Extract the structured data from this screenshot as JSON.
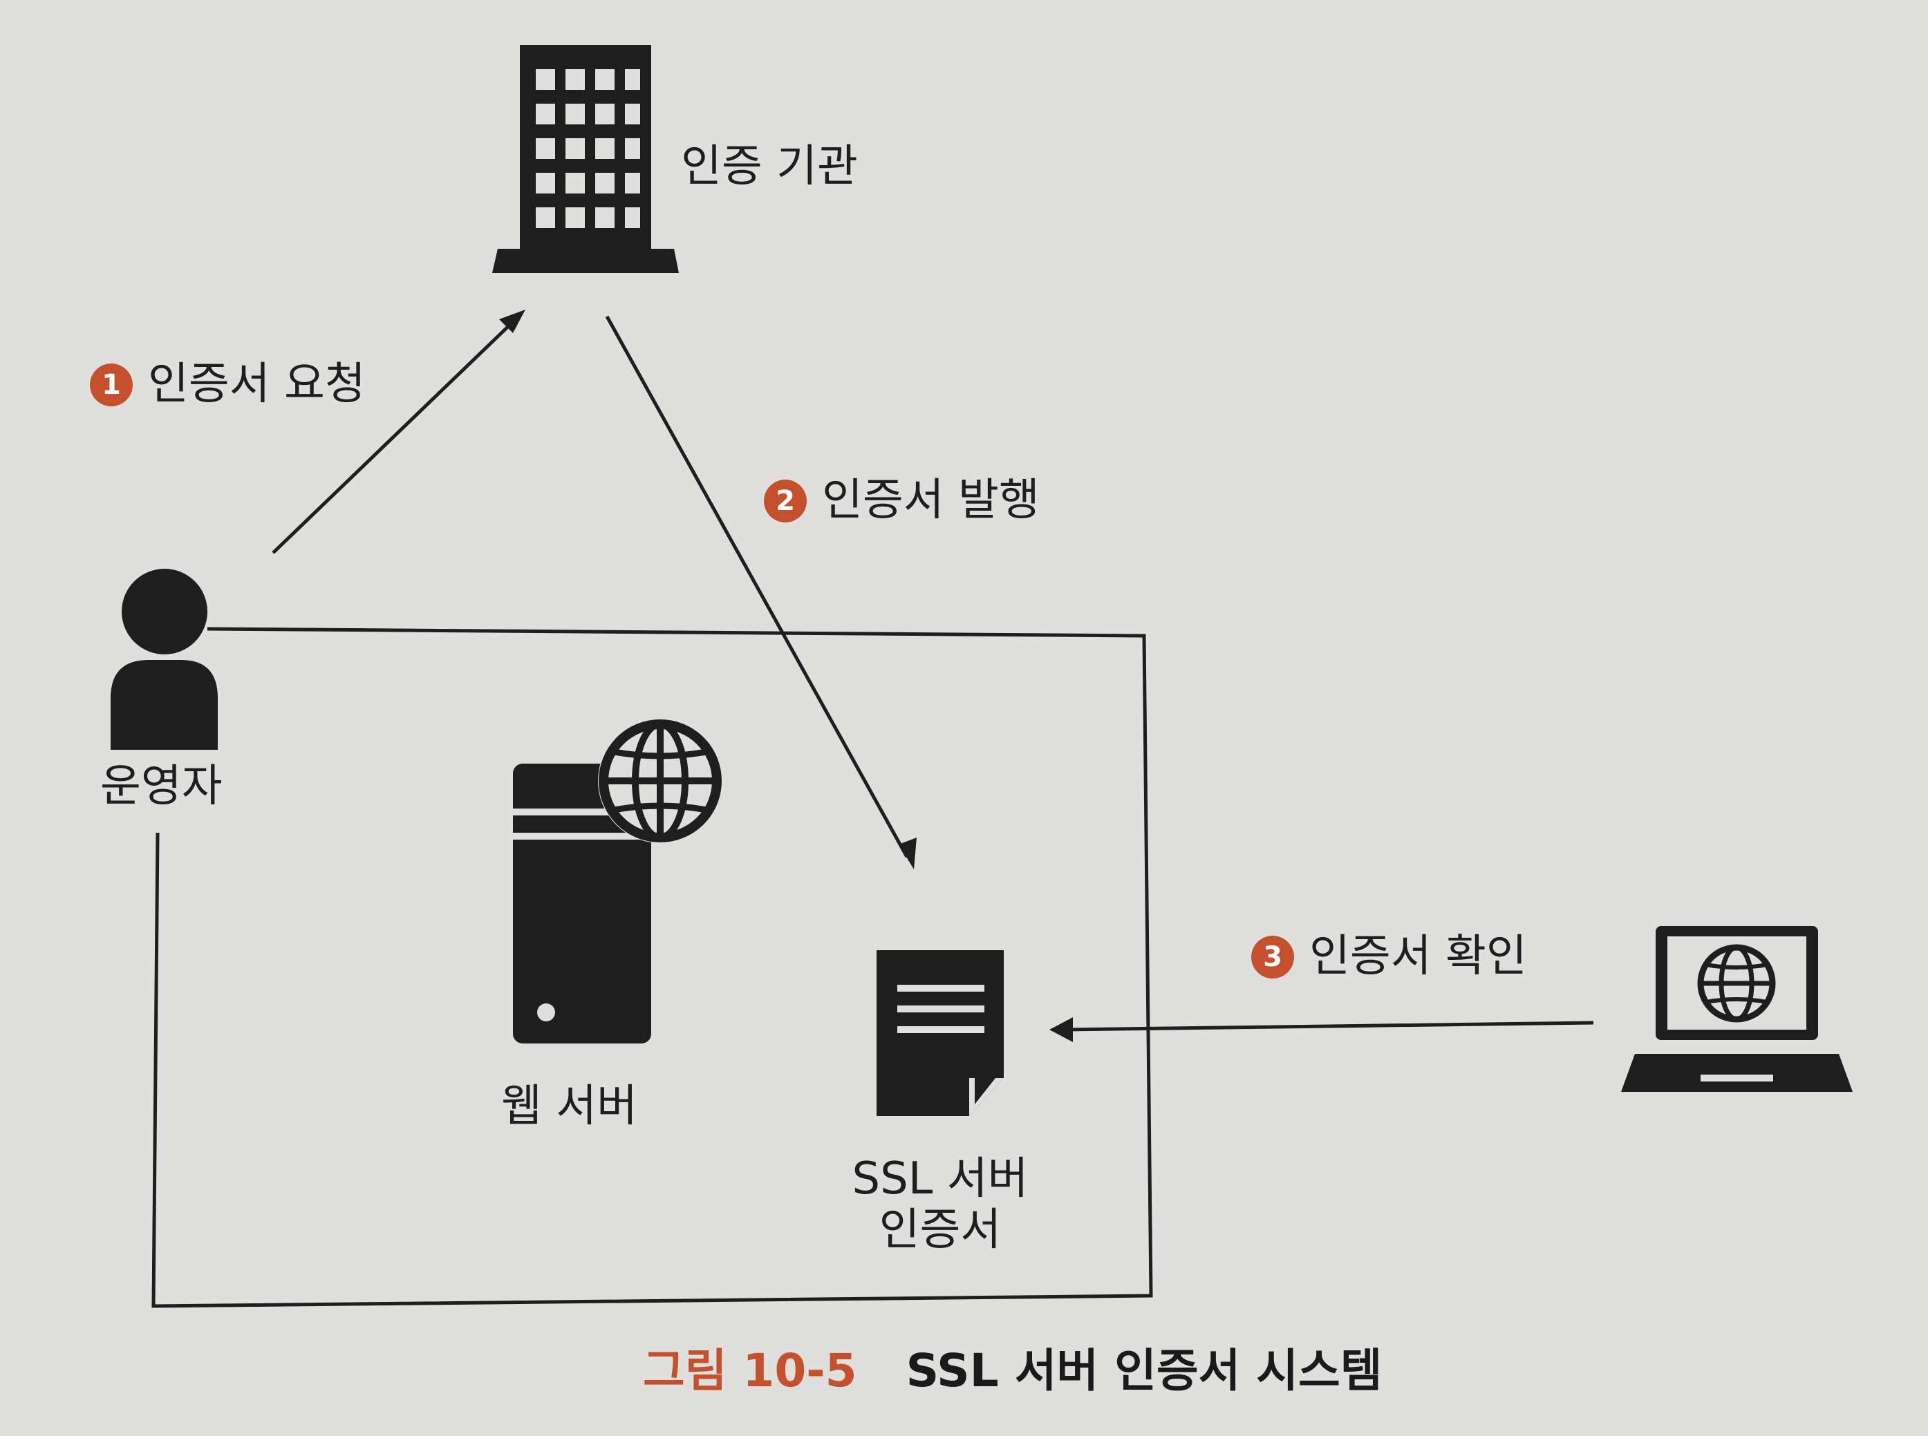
{
  "nodes": {
    "authority": "인증 기관",
    "operator": "운영자",
    "web_server": "웹 서버",
    "ssl_cert_line1": "SSL 서버",
    "ssl_cert_line2": "인증서"
  },
  "steps": [
    {
      "number": "1",
      "label": "인증서 요청"
    },
    {
      "number": "2",
      "label": "인증서 발행"
    },
    {
      "number": "3",
      "label": "인증서 확인"
    }
  ],
  "caption": {
    "number": "그림 10-5",
    "title": "SSL 서버 인증서 시스템"
  },
  "colors": {
    "accent": "#c4502e",
    "ink": "#1e1e1e",
    "paper": "#dfe0de"
  }
}
